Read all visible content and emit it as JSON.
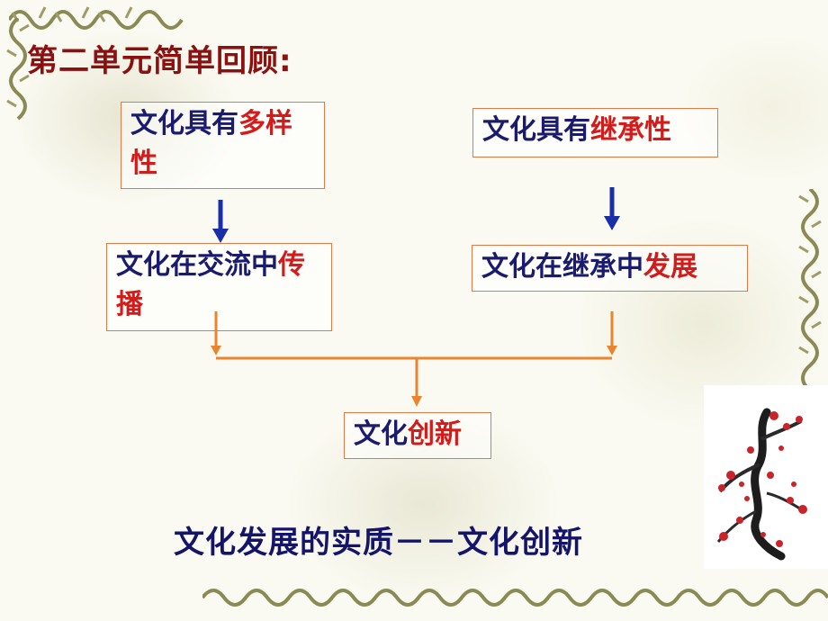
{
  "slide": {
    "title": "第二单元简单回顾:",
    "box_diversity": {
      "text": "文化具有",
      "highlight": "多样性"
    },
    "box_inheritance": {
      "text": "文化具有",
      "highlight": "继承性"
    },
    "box_exchange": {
      "text": "文化在交流中",
      "highlight": "传播"
    },
    "box_develop": {
      "text": "文化在继承中",
      "highlight": "发展"
    },
    "box_innovation": {
      "text": "文化",
      "highlight": "创新"
    },
    "summary": "文化发展的实质－－文化创新"
  },
  "colors": {
    "title": "#8b1010",
    "box_text": "#1a1a6e",
    "highlight": "#d21b1b",
    "box_border": "#e07a4a",
    "arrow_blue": "#1a2ea8",
    "connector_orange": "#e8852e"
  },
  "icons": [
    "vine-border-icon",
    "plum-blossom-image",
    "blue-down-arrow-icon",
    "orange-down-arrow-icon"
  ]
}
